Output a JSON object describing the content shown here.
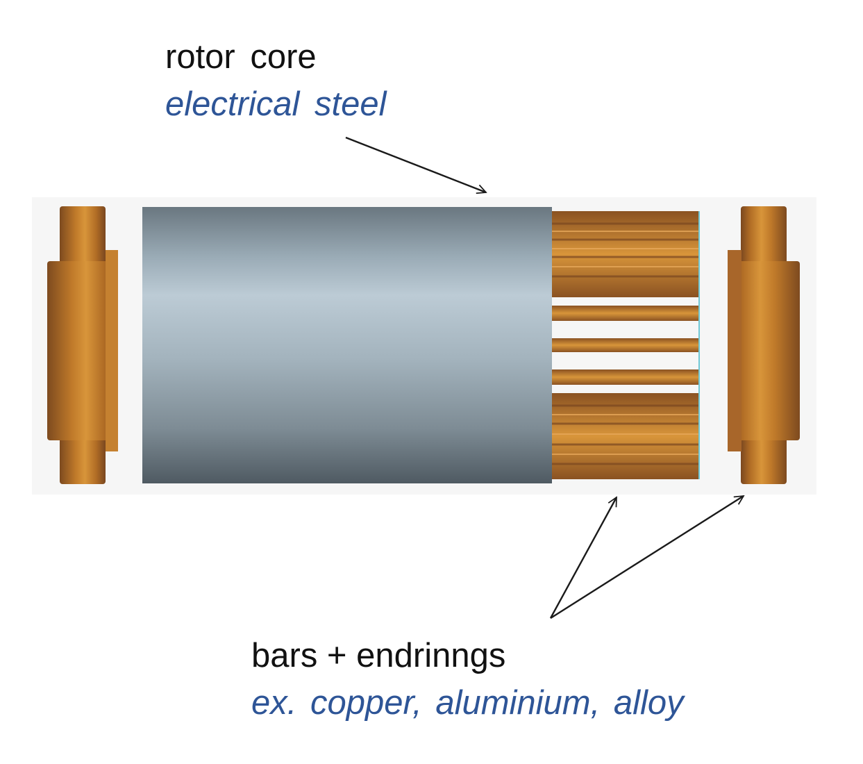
{
  "labels": {
    "rotor_core": {
      "name": "rotor core",
      "material": "electrical steel"
    },
    "bars_endrings": {
      "name": "bars + endrinngs",
      "material": "ex. copper, aluminium, alloy"
    }
  },
  "colors": {
    "label_text": "#111111",
    "material_text": "#2e5597",
    "steel_mid": "#b9c9d3",
    "steel_dark": "#4f5a62",
    "copper_light": "#d59234",
    "copper_dark": "#7d4a1f",
    "arrow": "#1a1a1a"
  }
}
